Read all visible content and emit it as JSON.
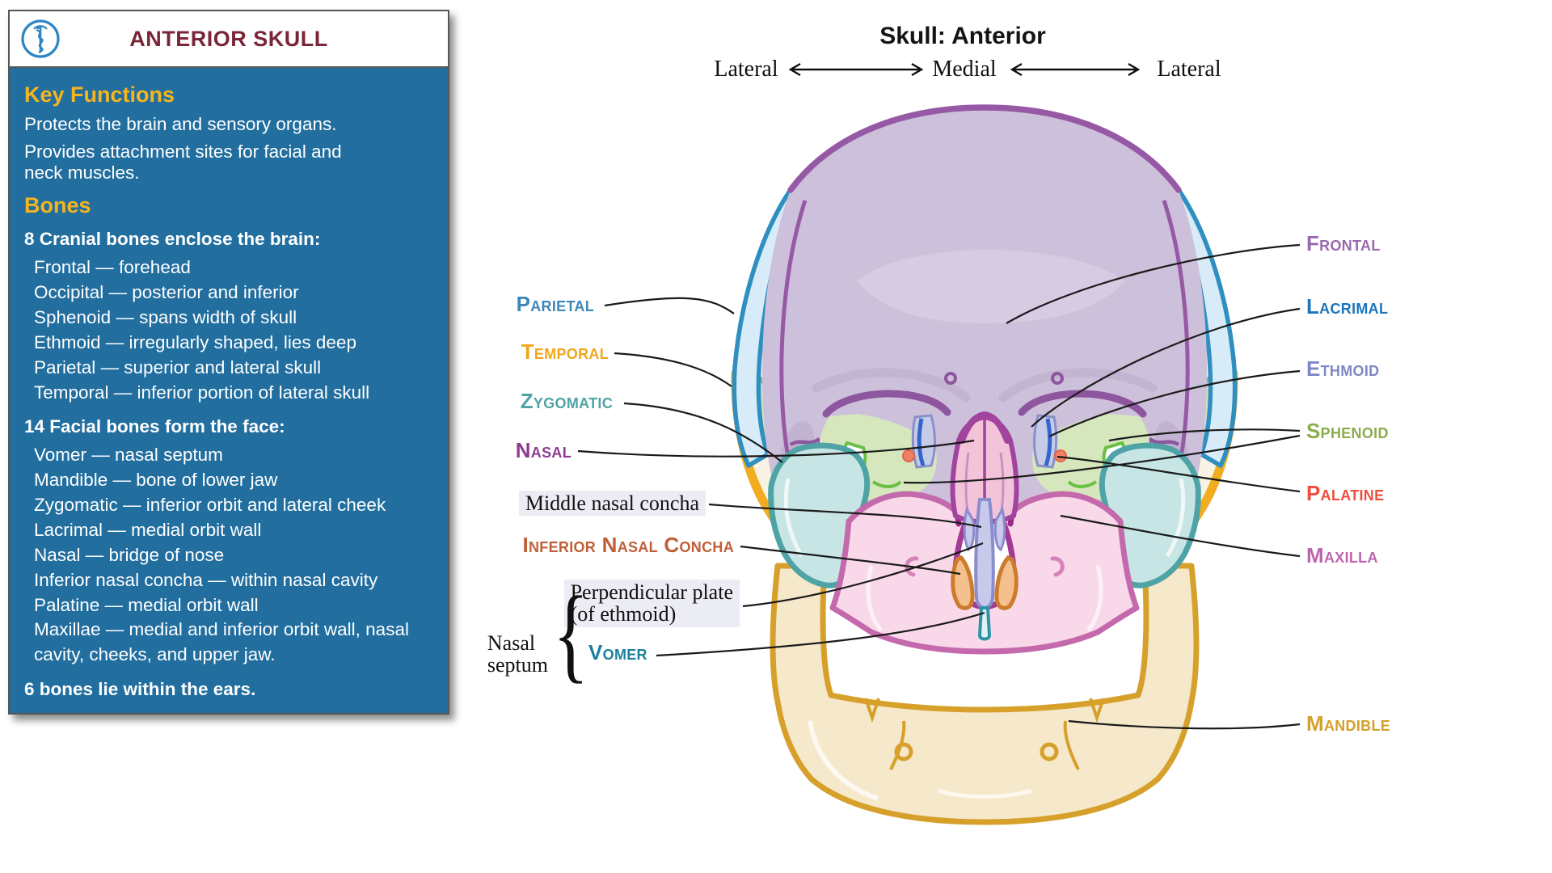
{
  "panel": {
    "title": "ANTERIOR SKULL",
    "logo_icon": "rod-of-asclepius-icon",
    "colors": {
      "panel_bg": "#216e9f",
      "heading": "#f6b51e",
      "title_text": "#7a2638"
    },
    "key_functions": {
      "heading": "Key Functions",
      "items": [
        "Protects the brain and sensory organs.",
        "Provides attachment sites for facial and neck muscles."
      ]
    },
    "bones": {
      "heading": "Bones",
      "cranial": {
        "heading": "8 Cranial bones enclose the brain:",
        "items": [
          "Frontal — forehead",
          "Occipital — posterior and inferior",
          "Sphenoid — spans width of skull",
          "Ethmoid — irregularly shaped, lies deep",
          "Parietal — superior and lateral skull",
          "Temporal — inferior portion of lateral skull"
        ]
      },
      "facial": {
        "heading": "14 Facial bones form the face:",
        "items": [
          "Vomer — nasal septum",
          "Mandible — bone of lower jaw",
          "Zygomatic — inferior orbit and lateral cheek",
          "Lacrimal — medial orbit wall",
          "Nasal — bridge of nose",
          "Inferior nasal concha — within nasal cavity",
          "Palatine — medial orbit wall",
          "Maxillae — medial and inferior orbit wall, nasal cavity, cheeks, and upper jaw."
        ]
      },
      "ear_note": "6 bones lie within the ears."
    }
  },
  "diagram": {
    "title": "Skull: Anterior",
    "orientation": {
      "left": "Lateral",
      "center": "Medial",
      "right": "Lateral"
    },
    "bone_labels": {
      "parietal": {
        "text": "Parietal",
        "color": "#3c87b8"
      },
      "temporal": {
        "text": "Temporal",
        "color": "#f0a71c"
      },
      "zygomatic": {
        "text": "Zygomatic",
        "color": "#4fa3a5"
      },
      "nasal": {
        "text": "Nasal",
        "color": "#8e3a92"
      },
      "inferior_nasal_concha": {
        "text": "Inferior Nasal Concha",
        "color": "#bf5f38"
      },
      "vomer": {
        "text": "Vomer",
        "color": "#1b7f9e"
      },
      "frontal": {
        "text": "Frontal",
        "color": "#9a68ae"
      },
      "lacrimal": {
        "text": "Lacrimal",
        "color": "#1b75bc"
      },
      "ethmoid": {
        "text": "Ethmoid",
        "color": "#7f88c4"
      },
      "sphenoid": {
        "text": "Sphenoid",
        "color": "#8cad4e"
      },
      "palatine": {
        "text": "Palatine",
        "color": "#ef4e3d"
      },
      "maxilla": {
        "text": "Maxilla",
        "color": "#bf64ad"
      },
      "mandible": {
        "text": "Mandible",
        "color": "#d5a02a"
      }
    },
    "text_labels": {
      "middle_nasal_concha": "Middle nasal concha",
      "perpendicular_plate_line1": "Perpendicular plate",
      "perpendicular_plate_line2": "(of ethmoid)",
      "nasal_septum_line1": "Nasal",
      "nasal_septum_line2": "septum"
    },
    "skull_colors": {
      "frontal_fill": "#cdc0da",
      "frontal_outline": "#9659a5",
      "parietal_fill": "#d7ebf8",
      "parietal_outline": "#2e8fc0",
      "temporal_outline": "#f2ac1f",
      "temporal_fill": "#f8f3e3",
      "sphenoid_fill": "#d6e7bd",
      "sphenoid_outline": "#8fbf5f",
      "zygomatic_fill": "#c8e5e5",
      "zygomatic_outline": "#4fa3a5",
      "maxilla_fill": "#f9d9e9",
      "maxilla_outline": "#c369ac",
      "nasal_fill": "#f2c3d9",
      "nasal_outline": "#a2439d",
      "concha_fill": "#f4c08d",
      "concha_outline": "#cd7b2c",
      "plate_fill": "#c9c9ec",
      "plate_outline": "#8a8ccc",
      "vomer_fill": "#e2f2f4",
      "vomer_outline": "#2f93a8",
      "mandible_fill": "#f6e8ca",
      "mandible_outline": "#d6a02b"
    }
  }
}
